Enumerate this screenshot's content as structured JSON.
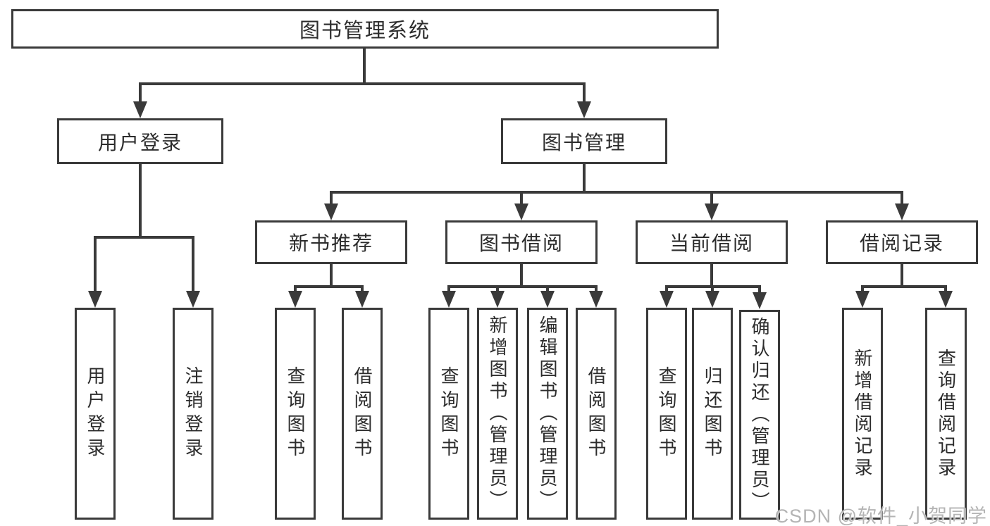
{
  "diagram": {
    "root": {
      "label": "图书管理系统"
    },
    "branches": [
      {
        "label": "用户登录",
        "children": [
          {
            "label": "用户登录"
          },
          {
            "label": "注销登录"
          }
        ]
      },
      {
        "label": "图书管理",
        "children": [
          {
            "label": "新书推荐",
            "children": [
              {
                "label": "查询图书"
              },
              {
                "label": "借阅图书"
              }
            ]
          },
          {
            "label": "图书借阅",
            "children": [
              {
                "label": "查询图书"
              },
              {
                "label": "新增图书（管理员）"
              },
              {
                "label": "编辑图书（管理员）"
              },
              {
                "label": "借阅图书"
              }
            ]
          },
          {
            "label": "当前借阅",
            "children": [
              {
                "label": "查询图书"
              },
              {
                "label": "归还图书"
              },
              {
                "label": "确认归还（管理员）"
              }
            ]
          },
          {
            "label": "借阅记录",
            "children": [
              {
                "label": "新增借阅记录"
              },
              {
                "label": "查询借阅记录"
              }
            ]
          }
        ]
      }
    ]
  },
  "watermark": {
    "text": "CSDN @软件_小贺同学"
  },
  "colors": {
    "stroke": "#3a3a3a",
    "text": "#2c2c2c",
    "watermark": "#b4b4b4",
    "background": "#ffffff"
  }
}
